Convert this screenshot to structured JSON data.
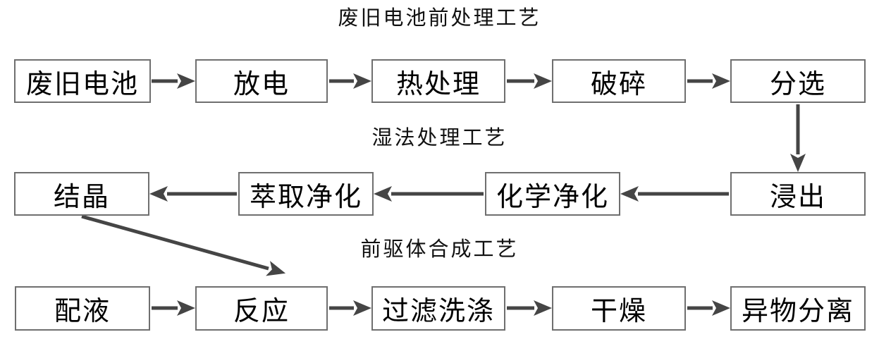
{
  "diagram": {
    "background_color": "#ffffff",
    "box_border_color": "#6f6f6f",
    "box_fill_color": "#ffffff",
    "arrow_color": "#454545",
    "text_color": "#000000",
    "sections": [
      {
        "title": "废旧电池前处理工艺",
        "boxes": [
          {
            "label": "废旧电池"
          },
          {
            "label": "放电"
          },
          {
            "label": "热处理"
          },
          {
            "label": "破碎"
          },
          {
            "label": "分选"
          }
        ]
      },
      {
        "title": "湿法处理工艺",
        "boxes": [
          {
            "label": "浸出"
          },
          {
            "label": "化学净化"
          },
          {
            "label": "萃取净化"
          },
          {
            "label": "结晶"
          }
        ]
      },
      {
        "title": "前驱体合成工艺",
        "boxes": [
          {
            "label": "配液"
          },
          {
            "label": "反应"
          },
          {
            "label": "过滤洗涤"
          },
          {
            "label": "干燥"
          },
          {
            "label": "异物分离"
          }
        ]
      }
    ],
    "connections": [
      {
        "from": "废旧电池",
        "to": "放电"
      },
      {
        "from": "放电",
        "to": "热处理"
      },
      {
        "from": "热处理",
        "to": "破碎"
      },
      {
        "from": "破碎",
        "to": "分选"
      },
      {
        "from": "分选",
        "to": "浸出"
      },
      {
        "from": "浸出",
        "to": "化学净化"
      },
      {
        "from": "化学净化",
        "to": "萃取净化"
      },
      {
        "from": "萃取净化",
        "to": "结晶"
      },
      {
        "from": "结晶",
        "to": "配液"
      },
      {
        "from": "配液",
        "to": "反应"
      },
      {
        "from": "反应",
        "to": "过滤洗涤"
      },
      {
        "from": "过滤洗涤",
        "to": "干燥"
      },
      {
        "from": "干燥",
        "to": "异物分离"
      }
    ]
  }
}
